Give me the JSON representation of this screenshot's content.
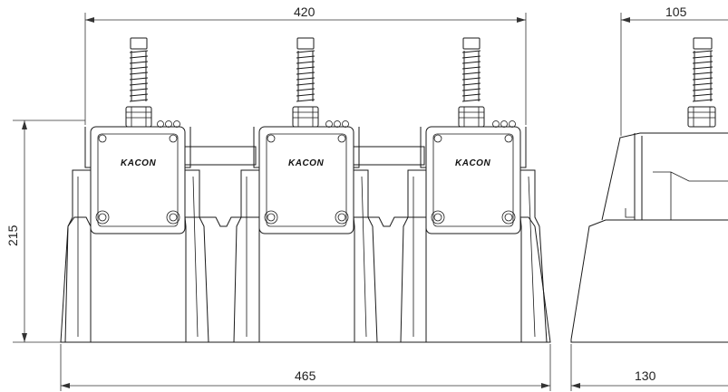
{
  "dimensions": {
    "front_top_width": "420",
    "front_height": "215",
    "front_bottom_width": "465",
    "side_top_width": "105",
    "side_bottom_width": "130"
  },
  "logos": [
    "KACON",
    "KACON",
    "KACON"
  ],
  "colors": {
    "line": "#1a1a1a",
    "background": "#ffffff"
  }
}
